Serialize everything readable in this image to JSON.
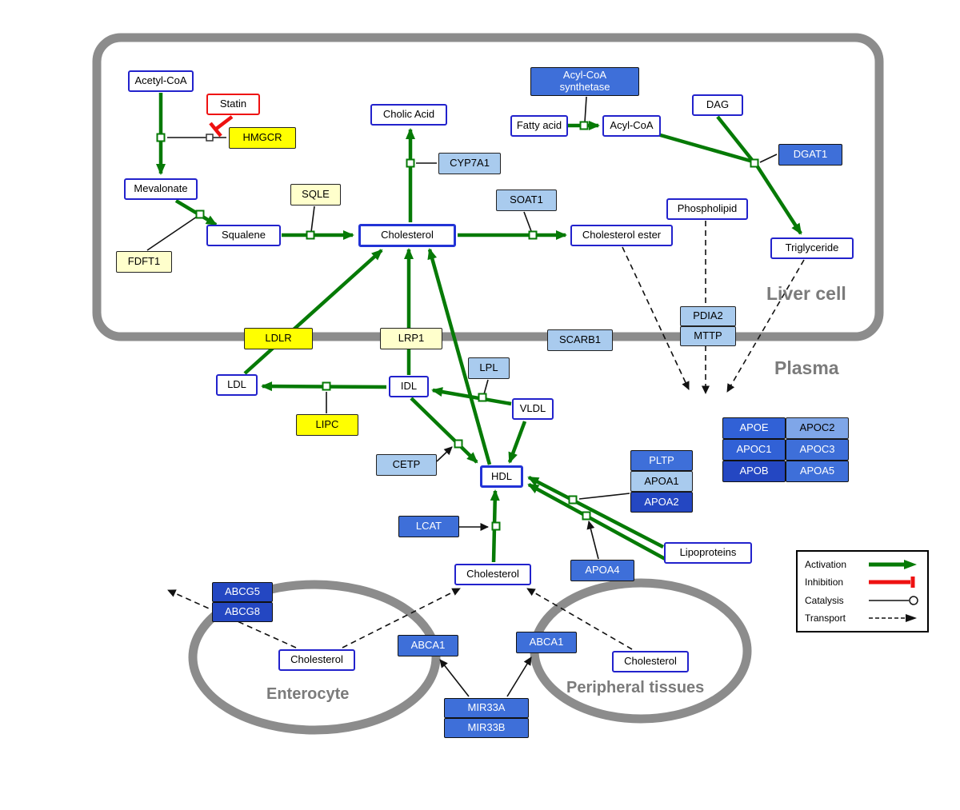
{
  "regions": {
    "liver_cell": "Liver cell",
    "plasma": "Plasma",
    "enterocyte": "Enterocyte",
    "peripheral_tissues": "Peripheral tissues"
  },
  "labels": {
    "acetyl_coa": "Acetyl-CoA",
    "statin": "Statin",
    "hmgcr": "HMGCR",
    "mevalonate": "Mevalonate",
    "sqle": "SQLE",
    "fdft1": "FDFT1",
    "squalene": "Squalene",
    "cholic_acid": "Cholic Acid",
    "cyp7a1": "CYP7A1",
    "cholesterol_liver": "Cholesterol",
    "soat1": "SOAT1",
    "cholesterol_ester": "Cholesterol ester",
    "acyl_coa_synthetase": "Acyl-CoA synthetase",
    "fatty_acid": "Fatty acid",
    "acyl_coa_2": "Acyl-CoA",
    "dag": "DAG",
    "dgat1": "DGAT1",
    "phospholipid": "Phospholipid",
    "triglyceride": "Triglyceride",
    "pdia2": "PDIA2",
    "mttp": "MTTP",
    "ldlr": "LDLR",
    "lrp1": "LRP1",
    "scarb1": "SCARB1",
    "ldl": "LDL",
    "idl": "IDL",
    "lpl": "LPL",
    "vldl": "VLDL",
    "lipc": "LIPC",
    "cetp": "CETP",
    "hdl": "HDL",
    "pltp": "PLTP",
    "apoa1": "APOA1",
    "apoa2": "APOA2",
    "lcat": "LCAT",
    "apoa4": "APOA4",
    "lipoproteins": "Lipoproteins",
    "apoe": "APOE",
    "apoc2": "APOC2",
    "apoc1": "APOC1",
    "apoc3": "APOC3",
    "apob": "APOB",
    "apoa5": "APOA5",
    "cholesterol_plasma": "Cholesterol",
    "abcg5": "ABCG5",
    "abcg8": "ABCG8",
    "cholesterol_enterocyte": "Cholesterol",
    "abca1_enterocyte": "ABCA1",
    "abca1_peripheral": "ABCA1",
    "cholesterol_peripheral": "Cholesterol",
    "mir33a": "MIR33A",
    "mir33b": "MIR33B"
  },
  "legend": {
    "activation": "Activation",
    "inhibition": "Inhibition",
    "catalysis": "Catalysis",
    "transport": "Transport"
  },
  "colors": {
    "activation_green": "#067A06",
    "inhibition_red": "#EE1111",
    "metabolite_border_blue": "#2222CC",
    "enzyme_yellow": "#FFFF00",
    "enzyme_pale_yellow": "#FFFFCC",
    "enzyme_light_blue": "#A9CBEE",
    "enzyme_blue": "#3E6FD9",
    "enzyme_dark_blue": "#2447C2",
    "membrane_gray": "#8C8C8C"
  }
}
